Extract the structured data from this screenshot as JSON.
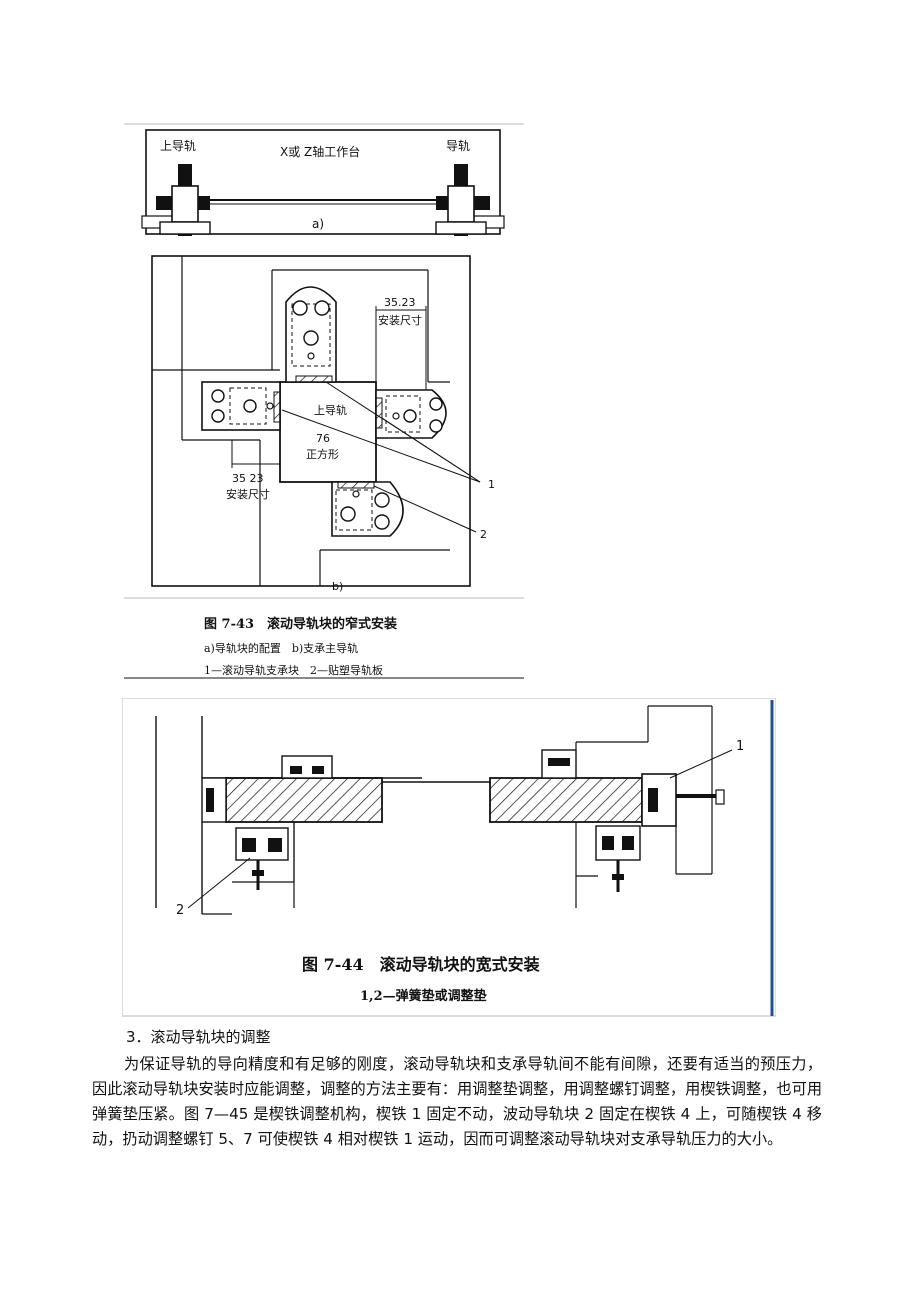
{
  "figure_43": {
    "part_a": {
      "label_upper_rail": "上导轨",
      "label_table": "X或 Z轴工作台",
      "label_rail": "导轨",
      "sub_label": "a)"
    },
    "part_b": {
      "dim_top_value": "35.23",
      "dim_top_text": "安装尺寸",
      "label_upper_rail": "上导轨",
      "label_square_value": "76",
      "label_square_text": "正方形",
      "dim_left_value": "35 23",
      "dim_left_text": "安装尺寸",
      "callout_1": "1",
      "callout_2": "2",
      "sub_label": "b)"
    },
    "caption_title": "图 7-43　滚动导轨块的窄式安装",
    "caption_sub": "a)导轨块的配置　b)支承主导轨",
    "caption_legend": "1—滚动导轨支承块　2—贴塑导轨板"
  },
  "figure_44": {
    "callout_1": "1",
    "callout_2": "2",
    "caption_title": "图 7-44　滚动导轨块的宽式安装",
    "caption_legend": "1,2—弹簧垫或调整垫"
  },
  "section": {
    "heading": "3．滚动导轨块的调整",
    "paragraph": "为保证导轨的导向精度和有足够的刚度，滚动导轨块和支承导轨间不能有间隙，还要有适当的预压力，因此滚动导轨块安装时应能调整，调整的方法主要有：用调整垫调整，用调整螺钉调整，用楔铁调整，也可用弹簧垫压紧。图 7—45 是楔铁调整机构，楔铁 1 固定不动，波动导轨块 2 固定在楔铁 4 上，可随楔铁 4 移动，扔动调整螺钉 5、7 可使楔铁 4 相对楔铁 1 运动，因而可调整滚动导轨块对支承导轨压力的大小。"
  }
}
